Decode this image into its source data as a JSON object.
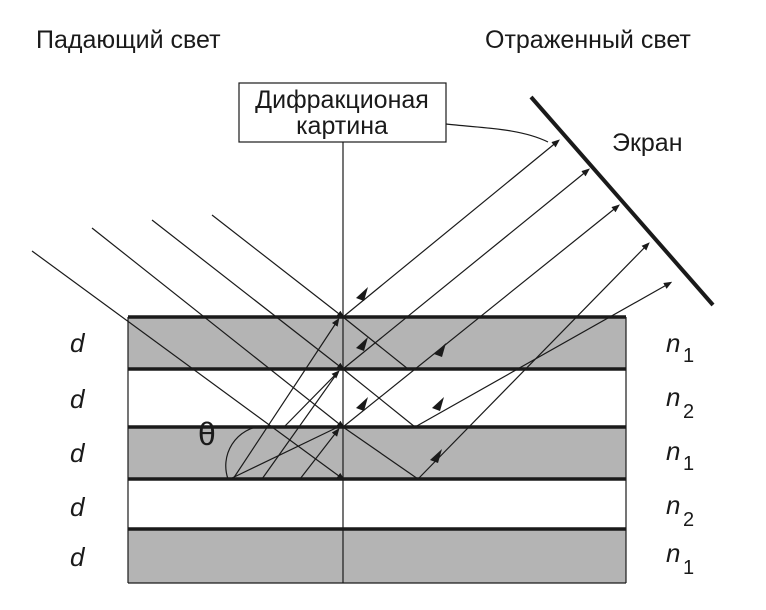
{
  "labels": {
    "incident_light": "Падающий свет",
    "reflected_light": "Отраженный свет",
    "pattern_line1": "Дифракционая",
    "pattern_line2": "картина",
    "screen": "Экран",
    "theta": "θ"
  },
  "layers": [
    {
      "thickness_label": "d",
      "index_label": "n",
      "index_sub": "1",
      "fill": "#b4b4b4"
    },
    {
      "thickness_label": "d",
      "index_label": "n",
      "index_sub": "2",
      "fill": "#ffffff"
    },
    {
      "thickness_label": "d",
      "index_label": "n",
      "index_sub": "1",
      "fill": "#b4b4b4"
    },
    {
      "thickness_label": "d",
      "index_label": "n",
      "index_sub": "2",
      "fill": "#ffffff"
    },
    {
      "thickness_label": "d",
      "index_label": "n",
      "index_sub": "1",
      "fill": "#b4b4b4"
    }
  ],
  "colors": {
    "line": "#1a1a1a",
    "layer_dark": "#b4b4b4",
    "layer_light": "#ffffff"
  }
}
